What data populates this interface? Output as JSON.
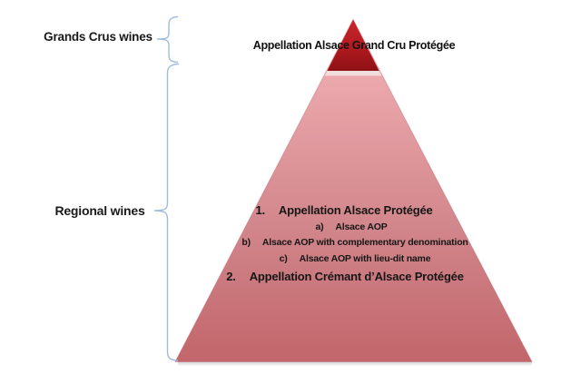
{
  "left_labels": {
    "grands_crus": "Grands Crus wines",
    "regional": "Regional wines"
  },
  "pyramid": {
    "apex_label": "Appellation Alsace Grand Cru Protégée",
    "items": [
      {
        "marker": "1.",
        "text": "Appellation Alsace Protégée"
      },
      {
        "marker": "a)",
        "text": "Alsace AOP"
      },
      {
        "marker": "b)",
        "text": "Alsace AOP with complementary denomination"
      },
      {
        "marker": "c)",
        "text": "Alsace AOP with lieu-dit name"
      },
      {
        "marker": "2.",
        "text": "Appellation Crémant d’Alsace Protégée"
      }
    ]
  },
  "colors": {
    "apex_red_top": "#c9262b",
    "apex_red_bottom": "#8e1014",
    "body_pink_top": "#eca9ad",
    "body_pink_mid": "#d0858a",
    "body_rose_bottom": "#c2666b",
    "highlight_band": "#f0dcdd",
    "bracket_blue": "#9fbcdc",
    "text": "#1a1a1a"
  }
}
